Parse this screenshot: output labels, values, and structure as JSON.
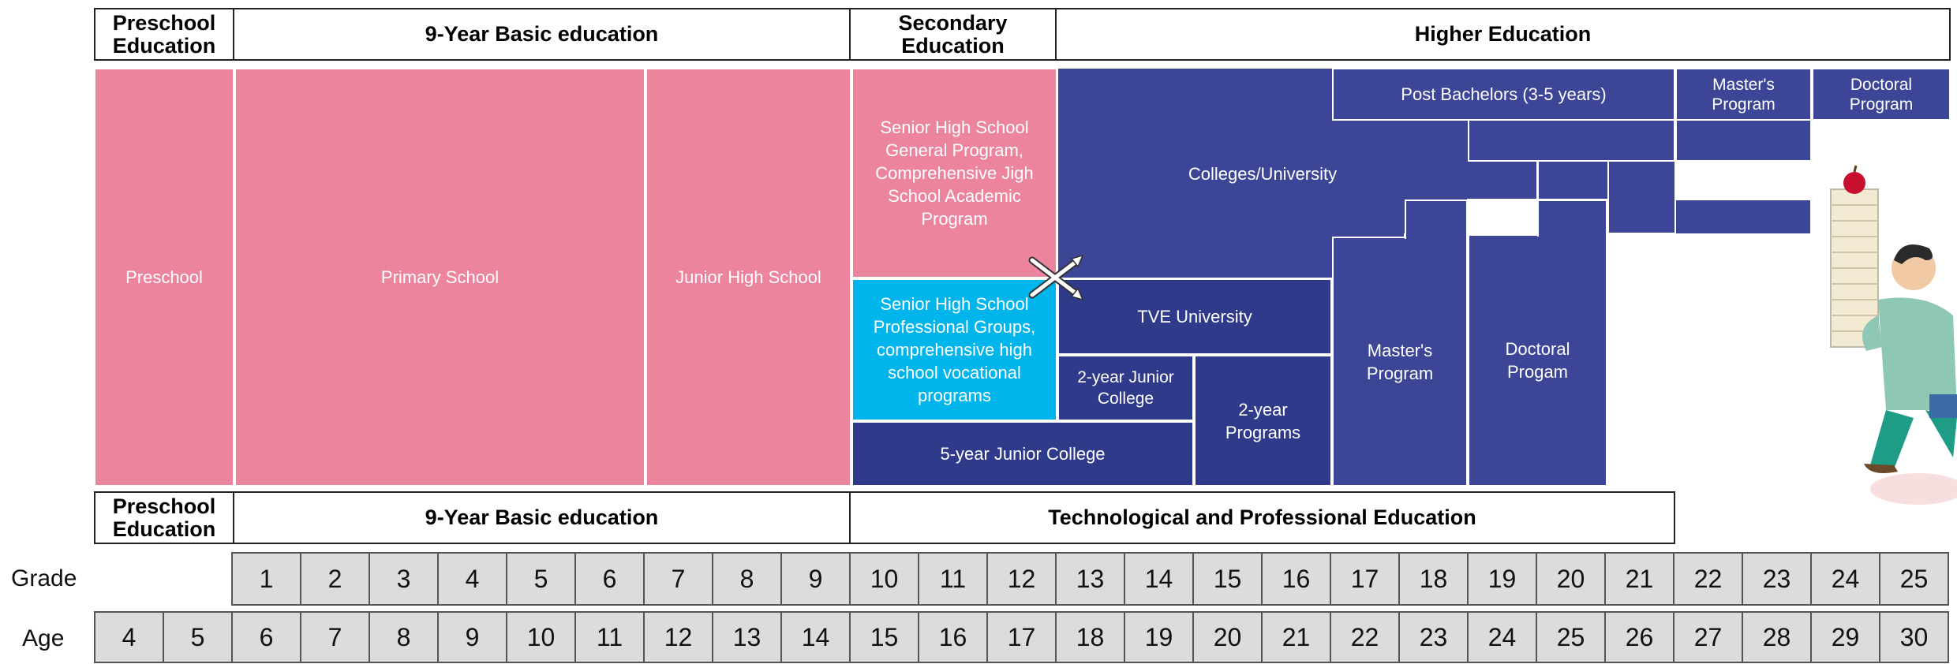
{
  "top_headers": {
    "preschool": "Preschool\nEducation",
    "basic": "9-Year Basic education",
    "secondary": "Secondary\nEducation",
    "higher": "Higher Education"
  },
  "bottom_headers": {
    "preschool": "Preschool\nEducation",
    "basic": "9-Year Basic education",
    "tech": "Technological and Professional Education"
  },
  "blocks": {
    "preschool": "Preschool",
    "primary": "Primary School",
    "junior_high": "Junior High School",
    "senior_general": "Senior High School\nGeneral Program,\nComprehensive Jigh\nSchool Academic\nProgram",
    "senior_professional": "Senior High School\nProfessional Groups,\ncomprehensive high\nschool vocational\nprograms",
    "colleges": "Colleges/University",
    "post_bachelors": "Post Bachelors (3-5 years)",
    "masters_top": "Master's\nProgram",
    "doctoral_top": "Doctoral\nProgram",
    "tve_university": "TVE University",
    "junior_college_2yr": "2-year Junior\nCollege",
    "programs_2yr": "2-year\nPrograms",
    "junior_college_5yr": "5-year Junior College",
    "masters": "Master's\nProgram",
    "doctoral": "Doctoral\nProgam"
  },
  "grade_label": "Grade",
  "age_label": "Age",
  "grades": [
    "1",
    "2",
    "3",
    "4",
    "5",
    "6",
    "7",
    "8",
    "9",
    "10",
    "11",
    "12",
    "13",
    "14",
    "15",
    "16",
    "17",
    "18",
    "19",
    "20",
    "21",
    "22",
    "23",
    "24",
    "25"
  ],
  "ages": [
    "4",
    "5",
    "6",
    "7",
    "8",
    "9",
    "10",
    "11",
    "12",
    "13",
    "14",
    "15",
    "16",
    "17",
    "18",
    "19",
    "20",
    "21",
    "22",
    "23",
    "24",
    "25",
    "26",
    "27",
    "28",
    "29",
    "30"
  ],
  "colors": {
    "pink": "#ec849e",
    "cyan": "#00b5ec",
    "navy": "#3c4596",
    "dark_navy": "#2f3a8a",
    "cell": "#dcdcdc"
  }
}
